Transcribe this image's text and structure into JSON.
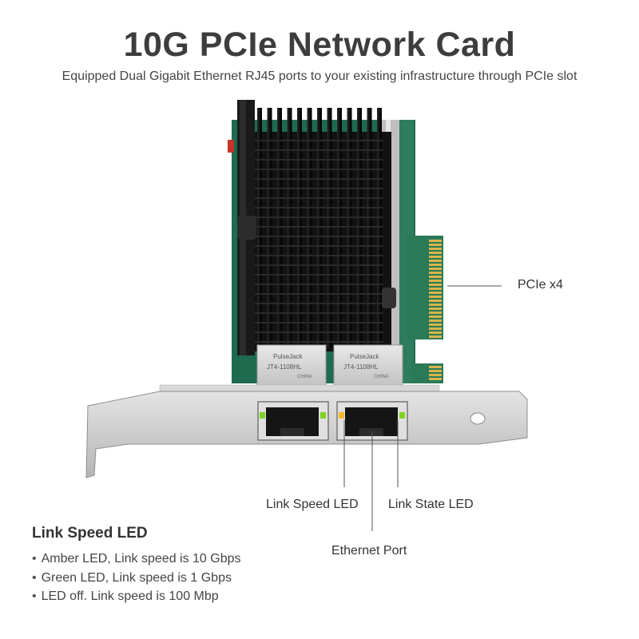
{
  "header": {
    "title": "10G PCIe Network Card",
    "subtitle": "Equipped Dual Gigabit Ethernet RJ45 ports to your existing infrastructure through PCIe slot"
  },
  "callouts": {
    "pcie": "PCIe x4",
    "link_speed_led": "Link Speed LED",
    "link_state_led": "Link State LED",
    "ethernet_port": "Ethernet Port"
  },
  "jack_label": {
    "brand": "PulseJack",
    "model": "JT4-1108HL",
    "origin": "CHINA"
  },
  "legend": {
    "title": "Link Speed LED",
    "items": [
      "Amber LED, Link speed is 10 Gbps",
      "Green LED, Link speed is 1 Gbps",
      "LED off. Link speed is 100 Mbp"
    ]
  },
  "colors": {
    "heatsink": "#111111",
    "pcb": "#1e6b4f",
    "gold_contacts": "#d9b44a",
    "bracket": "#c9c9c9",
    "led_green": "#7ed321",
    "led_amber": "#f5b82e"
  }
}
